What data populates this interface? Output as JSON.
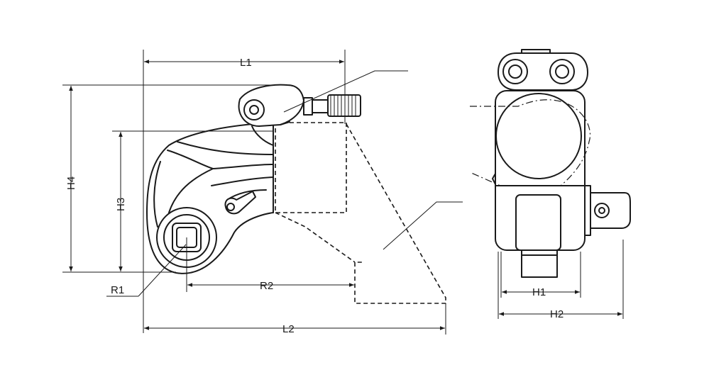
{
  "labels": {
    "L1": "L1",
    "L2": "L2",
    "H1": "H1",
    "H2": "H2",
    "H3": "H3",
    "H4": "H4",
    "R1": "R1",
    "R2": "R2"
  }
}
